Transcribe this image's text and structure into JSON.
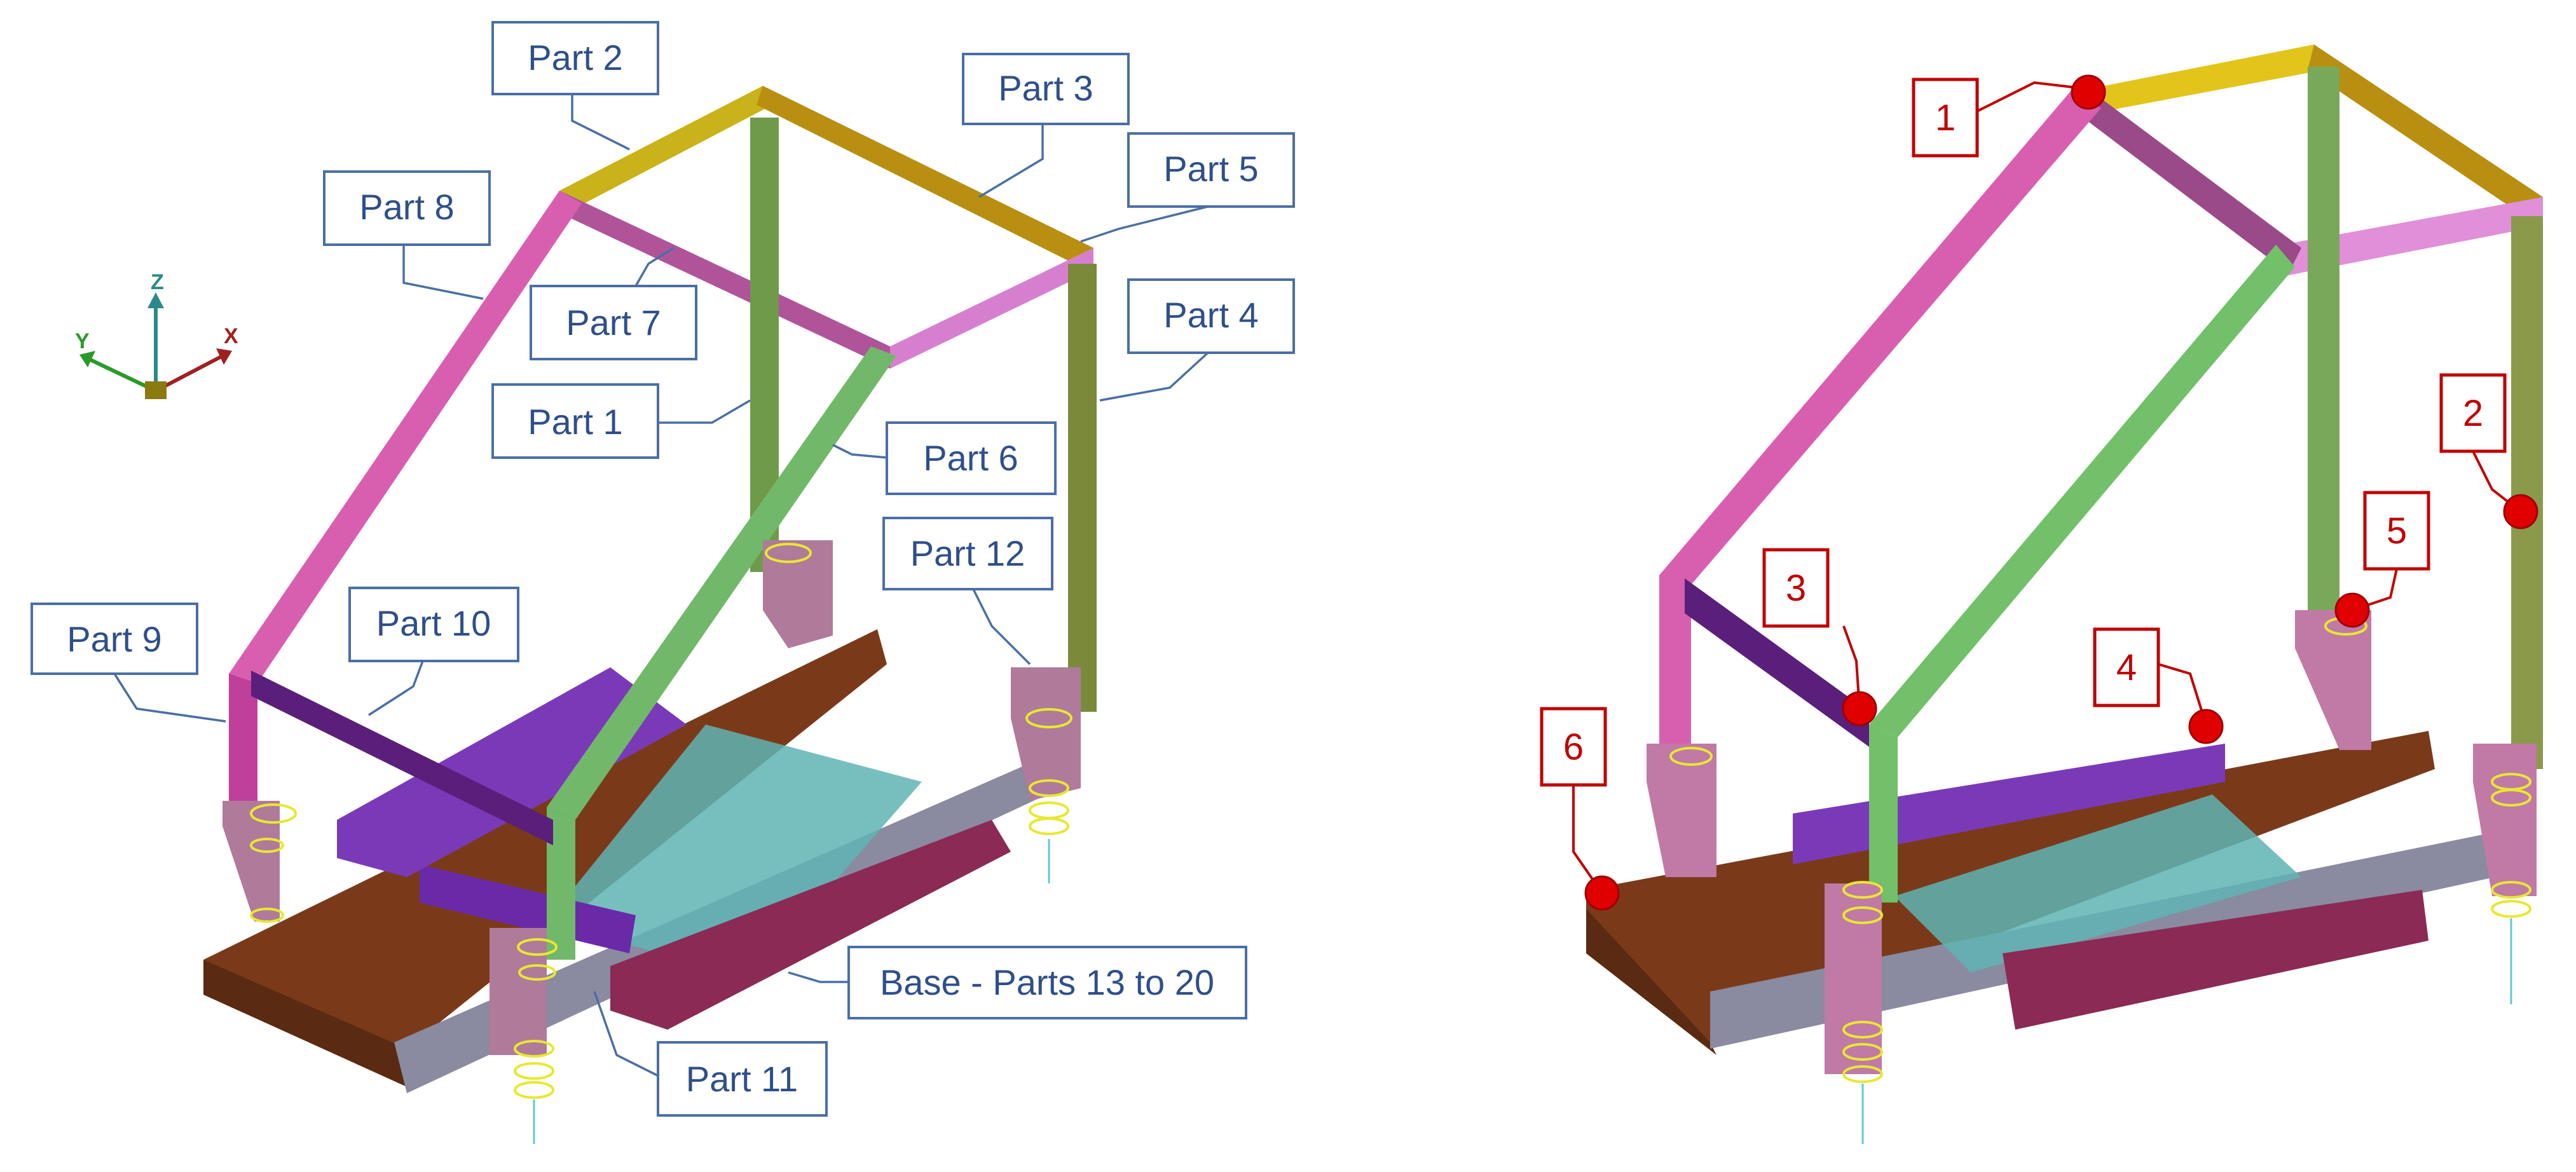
{
  "axis_triad": {
    "x_label": "X",
    "y_label": "Y",
    "z_label": "Z"
  },
  "left_view": {
    "callouts": [
      {
        "id": "part2",
        "label": "Part 2"
      },
      {
        "id": "part3",
        "label": "Part 3"
      },
      {
        "id": "part5",
        "label": "Part 5"
      },
      {
        "id": "part8",
        "label": "Part 8"
      },
      {
        "id": "part7",
        "label": "Part 7"
      },
      {
        "id": "part4",
        "label": "Part 4"
      },
      {
        "id": "part1",
        "label": "Part 1"
      },
      {
        "id": "part6",
        "label": "Part 6"
      },
      {
        "id": "part12",
        "label": "Part 12"
      },
      {
        "id": "part10",
        "label": "Part 10"
      },
      {
        "id": "part9",
        "label": "Part 9"
      },
      {
        "id": "base",
        "label": "Base - Parts 13 to  20"
      },
      {
        "id": "part11",
        "label": "Part 11"
      }
    ]
  },
  "right_view": {
    "markers": [
      {
        "id": "m1",
        "label": "1"
      },
      {
        "id": "m2",
        "label": "2"
      },
      {
        "id": "m3",
        "label": "3"
      },
      {
        "id": "m4",
        "label": "4"
      },
      {
        "id": "m5",
        "label": "5"
      },
      {
        "id": "m6",
        "label": "6"
      }
    ]
  },
  "colors": {
    "part1": "#6f9a4a",
    "part2": "#c9b21a",
    "part3": "#b88f10",
    "part4": "#7a8a3a",
    "part5": "#d77fcf",
    "part6": "#72b86a",
    "part7": "#b0549a",
    "part8": "#d85fb0",
    "part9": "#c03f9a",
    "part10": "#5a1f7a",
    "part11": "#6a2aa8",
    "brown": "#7a3a1a",
    "grey_beam": "#8a8aa0",
    "teal": "#5fb4b4",
    "maroon": "#8a2a55",
    "purple": "#7a3ab8",
    "pad": "#b07a9a",
    "spring": "#e8e830",
    "callout_border": "#4a6fa5",
    "callout_text": "#2f4f8a",
    "marker_red": "#c00000"
  }
}
